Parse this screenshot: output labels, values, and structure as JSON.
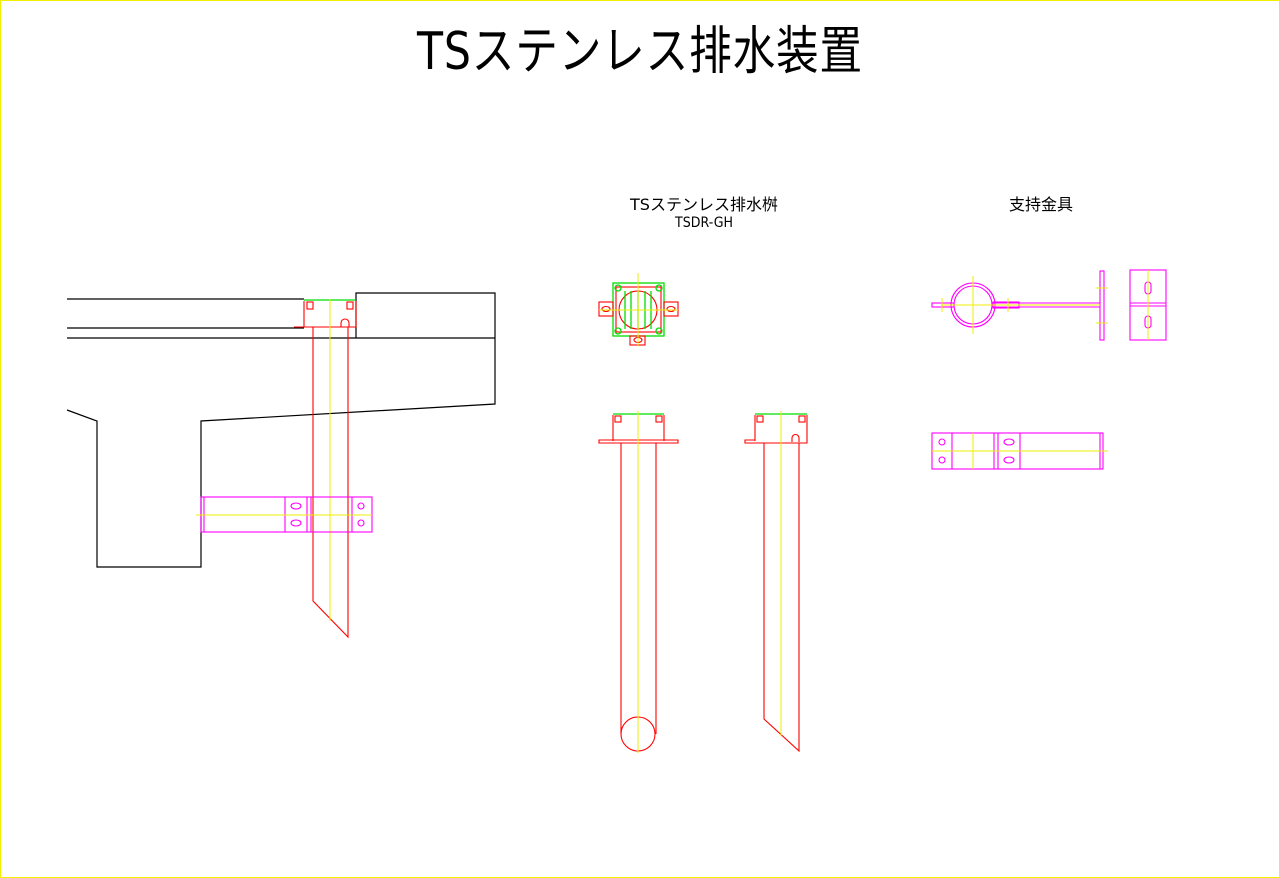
{
  "title": "TSステンレス排水装置",
  "labels": {
    "basin_name": "TSステンレス排水桝",
    "basin_model": "TSDR-GH",
    "bracket_name": "支持金具"
  },
  "colors": {
    "structure": "#000000",
    "drain_body": "#ff0000",
    "grating": "#00dd00",
    "bracket": "#ff00ff",
    "centerline": "#eeee00",
    "border": "#f0f000"
  }
}
